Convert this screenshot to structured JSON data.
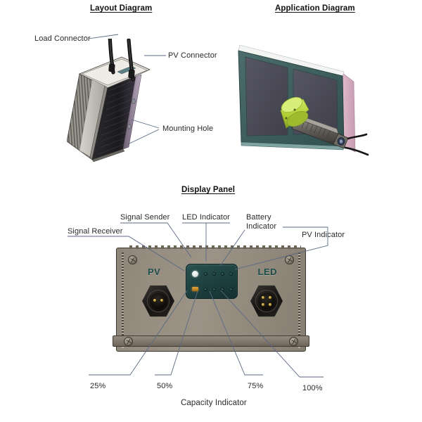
{
  "document": {
    "kind": "product-specification-figure",
    "sections": [
      {
        "id": "layout",
        "title": "Layout Diagram"
      },
      {
        "id": "application",
        "title": "Application Diagram"
      },
      {
        "id": "display",
        "title": "Display Panel"
      }
    ]
  },
  "layout_diagram": {
    "title": "Layout Diagram",
    "callouts": [
      {
        "id": "load-connector",
        "label": "Load Connector"
      },
      {
        "id": "pv-connector",
        "label": "PV Connector"
      },
      {
        "id": "mounting-hole",
        "label": "Mounting Hole"
      }
    ],
    "device": {
      "description": "finned-heatsink-enclosure",
      "cables": 2
    }
  },
  "application_diagram": {
    "title": "Application Diagram",
    "scene": {
      "solar_panel": "solar-panel-rear-view",
      "mounted_device": "inverter-module",
      "accessory": "green-cylinder-module"
    }
  },
  "display_panel": {
    "title": "Display Panel",
    "top_callouts": [
      {
        "id": "signal-receiver",
        "label": "Signal Receiver"
      },
      {
        "id": "signal-sender",
        "label": "Signal Sender"
      },
      {
        "id": "led-indicator",
        "label": "LED Indicator"
      },
      {
        "id": "battery-indicator",
        "label": "Battery Indicator"
      },
      {
        "id": "pv-indicator",
        "label": "PV Indicator"
      }
    ],
    "bottom_callouts": [
      {
        "id": "capacity-25",
        "label": "25%"
      },
      {
        "id": "capacity-50",
        "label": "50%"
      },
      {
        "id": "capacity-75",
        "label": "75%"
      },
      {
        "id": "capacity-100",
        "label": "100%"
      }
    ],
    "capacity_caption": "Capacity Indicator",
    "face": {
      "pv_port_label": "PV",
      "led_port_label": "LED",
      "screw_count": 4,
      "pv_connector_pins": 2,
      "led_connector_pins": 4,
      "indicator_rows": 2,
      "indicator_dots_per_row": 4
    }
  },
  "colors": {
    "leader_line": "#5a6a84",
    "body_metal": "#968d80",
    "display_module": "#1d3f3f",
    "port_text": "#1d4f4a",
    "led_white": "#ffffff",
    "led_amber": "#e8a63a",
    "connector_pin": "#e0c074",
    "solar_cell": "#4b4a55",
    "panel_frame": "#3e5b5c",
    "accessory_green": "#b6d23f",
    "text": "#2a2a2a"
  }
}
